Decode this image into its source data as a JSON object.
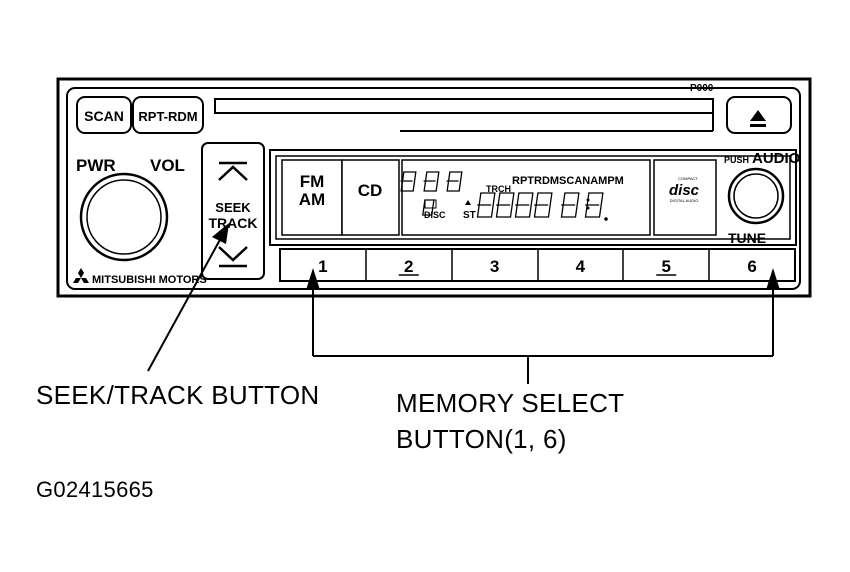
{
  "radio": {
    "model_code": "P000",
    "scan_label": "SCAN",
    "rpt_rdm_label": "RPT-RDM",
    "pwr_label": "PWR",
    "vol_label": "VOL",
    "seek_label": "SEEK",
    "track_label": "TRACK",
    "fm_label": "FM",
    "am_label": "AM",
    "cd_label": "CD",
    "brand": "MITSUBISHI MOTORS",
    "push_label": "PUSH",
    "audio_label": "AUDIO",
    "tune_label": "TUNE",
    "display": {
      "indicators": "RPTRDMSCANAMPM",
      "trch": "TRCH",
      "disc": "DISC",
      "st": "ST",
      "disc_logo": "disc",
      "disc_logo_top": "COMPACT",
      "disc_logo_bottom": "DIGITAL AUDIO"
    },
    "presets": [
      "1",
      "2",
      "3",
      "4",
      "5",
      "6"
    ]
  },
  "callouts": {
    "seek_track": "SEEK/TRACK BUTTON",
    "memory_select_line1": "MEMORY SELECT",
    "memory_select_line2": "BUTTON(1, 6)"
  },
  "figure_id": "G02415665"
}
